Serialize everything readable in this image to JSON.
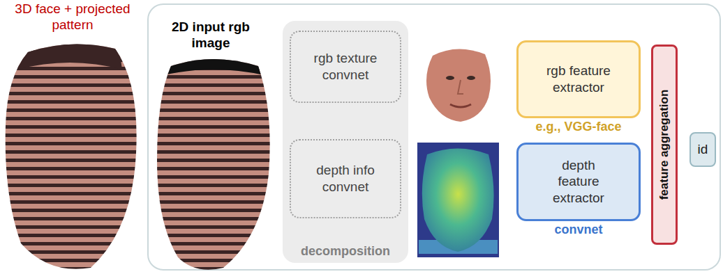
{
  "diagram": {
    "nodes": [
      {
        "text": [
          "decomposition"
        ]
      },
      {
        "text": [
          "rgb texture convnet"
        ],
        "in": 0
      },
      {
        "text": [
          "depth info convnet"
        ],
        "in": 0
      },
      {
        "text": [
          "rgb feature extractor",
          "e.g., VGG-face"
        ]
      },
      {
        "text": [
          "depth feature extractor",
          "convnet"
        ]
      },
      {
        "text": [
          "feature aggregation"
        ]
      },
      {
        "text": [
          "id"
        ]
      }
    ],
    "labels": [
      "3D face + projected pattern",
      "2D input rgb image"
    ]
  }
}
